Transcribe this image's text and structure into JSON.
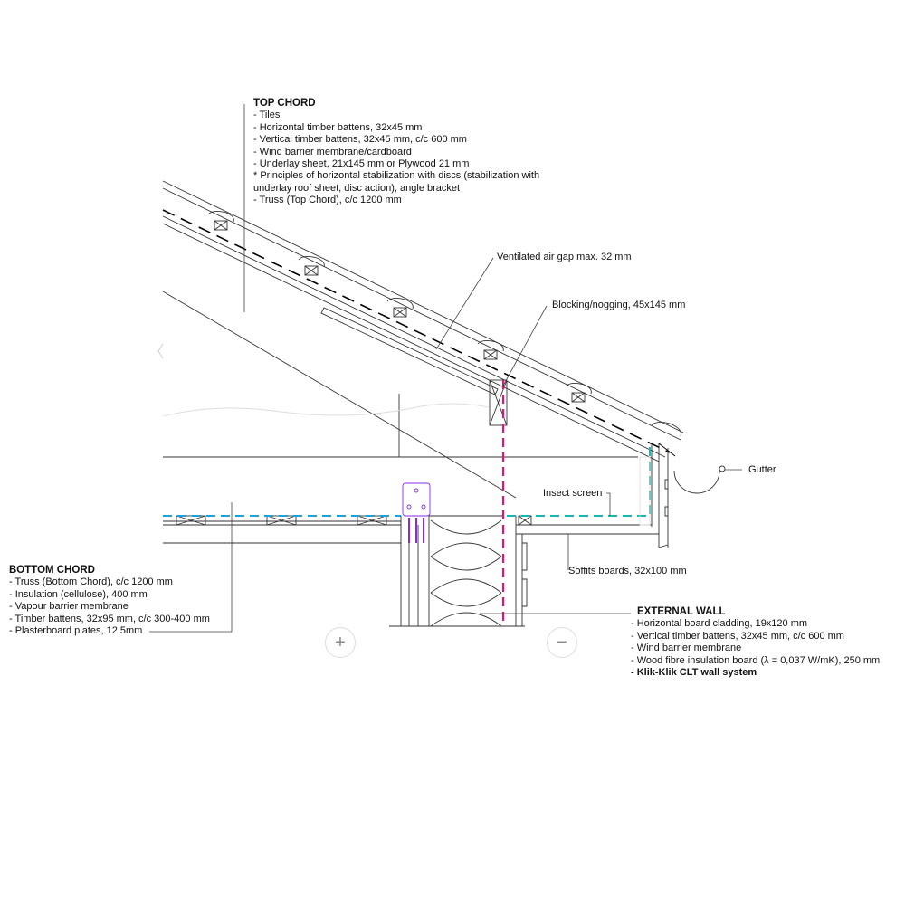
{
  "top_chord": {
    "title": "TOP CHORD",
    "lines": [
      "- Tiles",
      "- Horizontal timber battens, 32x45 mm",
      "- Vertical timber battens, 32x45 mm, c/c 600 mm",
      "- Wind barrier membrane/cardboard",
      "- Underlay sheet, 21x145 mm or Plywood 21 mm",
      "* Principles of horizontal stabilization with discs (stabilization with",
      "underlay roof sheet, disc action), angle bracket",
      "- Truss (Top Chord), c/c 1200 mm"
    ]
  },
  "bottom_chord": {
    "title": "BOTTOM CHORD",
    "lines": [
      "- Truss (Bottom Chord), c/c 1200 mm",
      "- Insulation (cellulose), 400 mm",
      "- Vapour barrier membrane",
      "- Timber battens, 32x95 mm, c/c 300-400 mm",
      "- Plasterboard plates, 12.5mm"
    ]
  },
  "external_wall": {
    "title": "EXTERNAL WALL",
    "lines": [
      "- Horizontal board cladding, 19x120 mm",
      "- Vertical timber battens, 32x45 mm, c/c 600 mm",
      "- Wind barrier membrane",
      "- Wood fibre insulation board (λ = 0,037 W/mK), 250 mm"
    ],
    "bold_line": "- Klik-Klik CLT wall system"
  },
  "labels": {
    "air_gap": "Ventilated air gap max. 32 mm",
    "blocking": "Blocking/nogging, 45x145 mm",
    "gutter": "Gutter",
    "insect_screen": "Insect screen",
    "soffits": "Soffits boards, 32x100 mm"
  },
  "controls": {
    "zoom_in": "+",
    "zoom_out": "−"
  },
  "colors": {
    "vapour_barrier": "#1aa3d9",
    "wind_barrier": "#e0157a",
    "insect_screen": "#14b8b0",
    "bracket": "#8a2be2"
  }
}
